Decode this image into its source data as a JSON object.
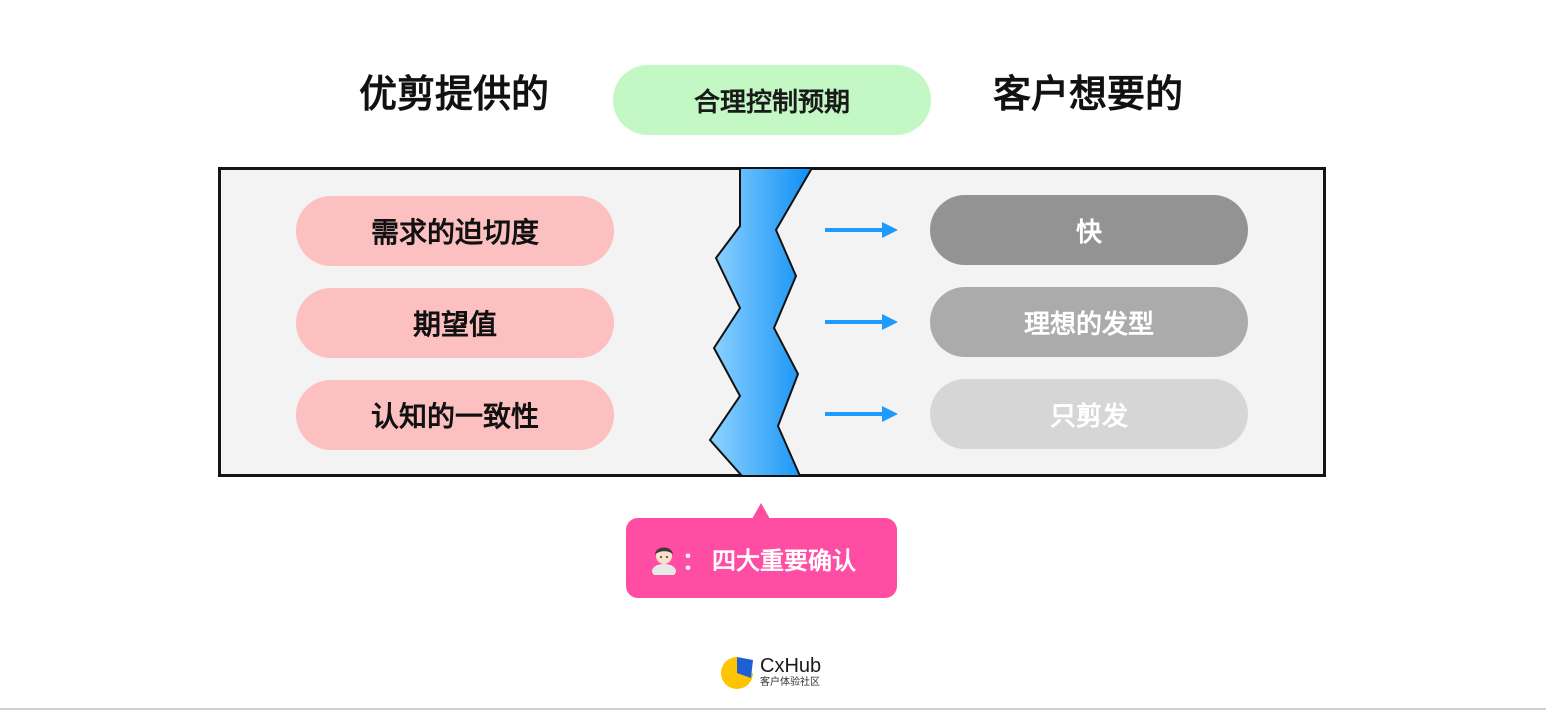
{
  "header": {
    "left_title": "优剪提供的",
    "center_label": "合理控制预期",
    "right_title": "客户想要的"
  },
  "diagram": {
    "left_items": [
      "需求的迫切度",
      "期望值",
      "认知的一致性"
    ],
    "right_items": [
      "快",
      "理想的发型",
      "只剪发"
    ],
    "right_colors": [
      "#939393",
      "#ababab",
      "#d6d6d6"
    ],
    "left_color": "#fcc0c1",
    "arrow_color": "#1e9bff",
    "bolt_color": "#2aa8ff"
  },
  "callout": {
    "separator": "：",
    "text": "四大重要确认",
    "color": "#ff4da3"
  },
  "logo": {
    "name": "CxHub",
    "subtitle": "客户体验社区"
  }
}
